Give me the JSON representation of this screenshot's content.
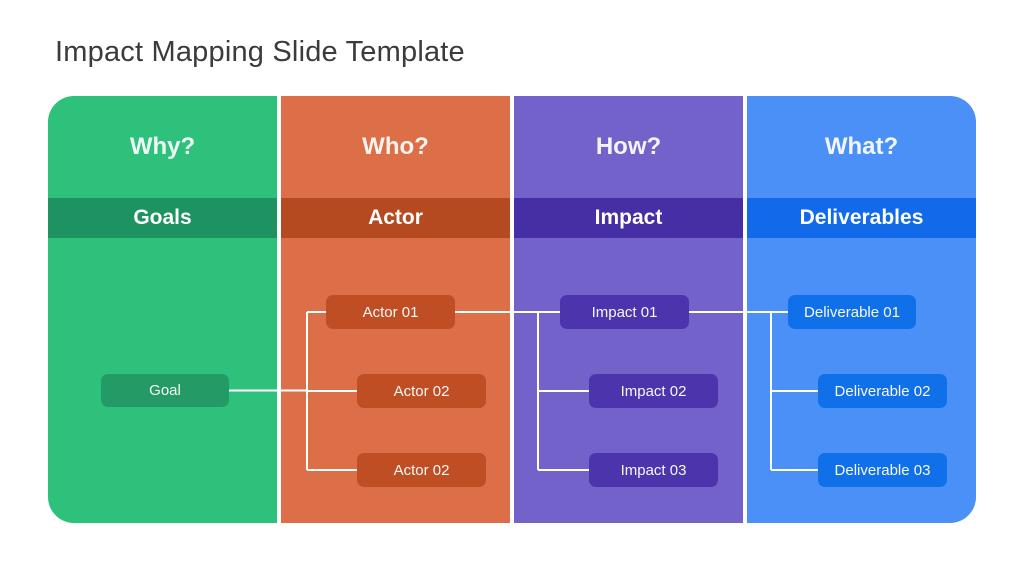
{
  "title": "Impact Mapping Slide Template",
  "title_color": "#3b3b3b",
  "background_color": "#ffffff",
  "connector_color": "#ffffff",
  "columns": [
    {
      "id": "why",
      "question": "Why?",
      "category": "Goals",
      "bg_color": "#2dc17c",
      "band_color": "#1e9260",
      "box_color": "#249a66",
      "items": [
        {
          "label": "Goal"
        }
      ]
    },
    {
      "id": "who",
      "question": "Who?",
      "category": "Actor",
      "bg_color": "#dc6e48",
      "band_color": "#b54a21",
      "box_color": "#c04e24",
      "items": [
        {
          "label": "Actor 01"
        },
        {
          "label": "Actor 02"
        },
        {
          "label": "Actor 02"
        }
      ]
    },
    {
      "id": "how",
      "question": "How?",
      "category": "Impact",
      "bg_color": "#7362c9",
      "band_color": "#462fa5",
      "box_color": "#4c34ac",
      "items": [
        {
          "label": "Impact 01"
        },
        {
          "label": "Impact 02"
        },
        {
          "label": "Impact 03"
        }
      ]
    },
    {
      "id": "what",
      "question": "What?",
      "category": "Deliverables",
      "bg_color": "#4a90f7",
      "band_color": "#1269ea",
      "box_color": "#1070ea",
      "items": [
        {
          "label": "Deliverable 01"
        },
        {
          "label": "Deliverable 02"
        },
        {
          "label": "Deliverable 03"
        }
      ]
    }
  ]
}
